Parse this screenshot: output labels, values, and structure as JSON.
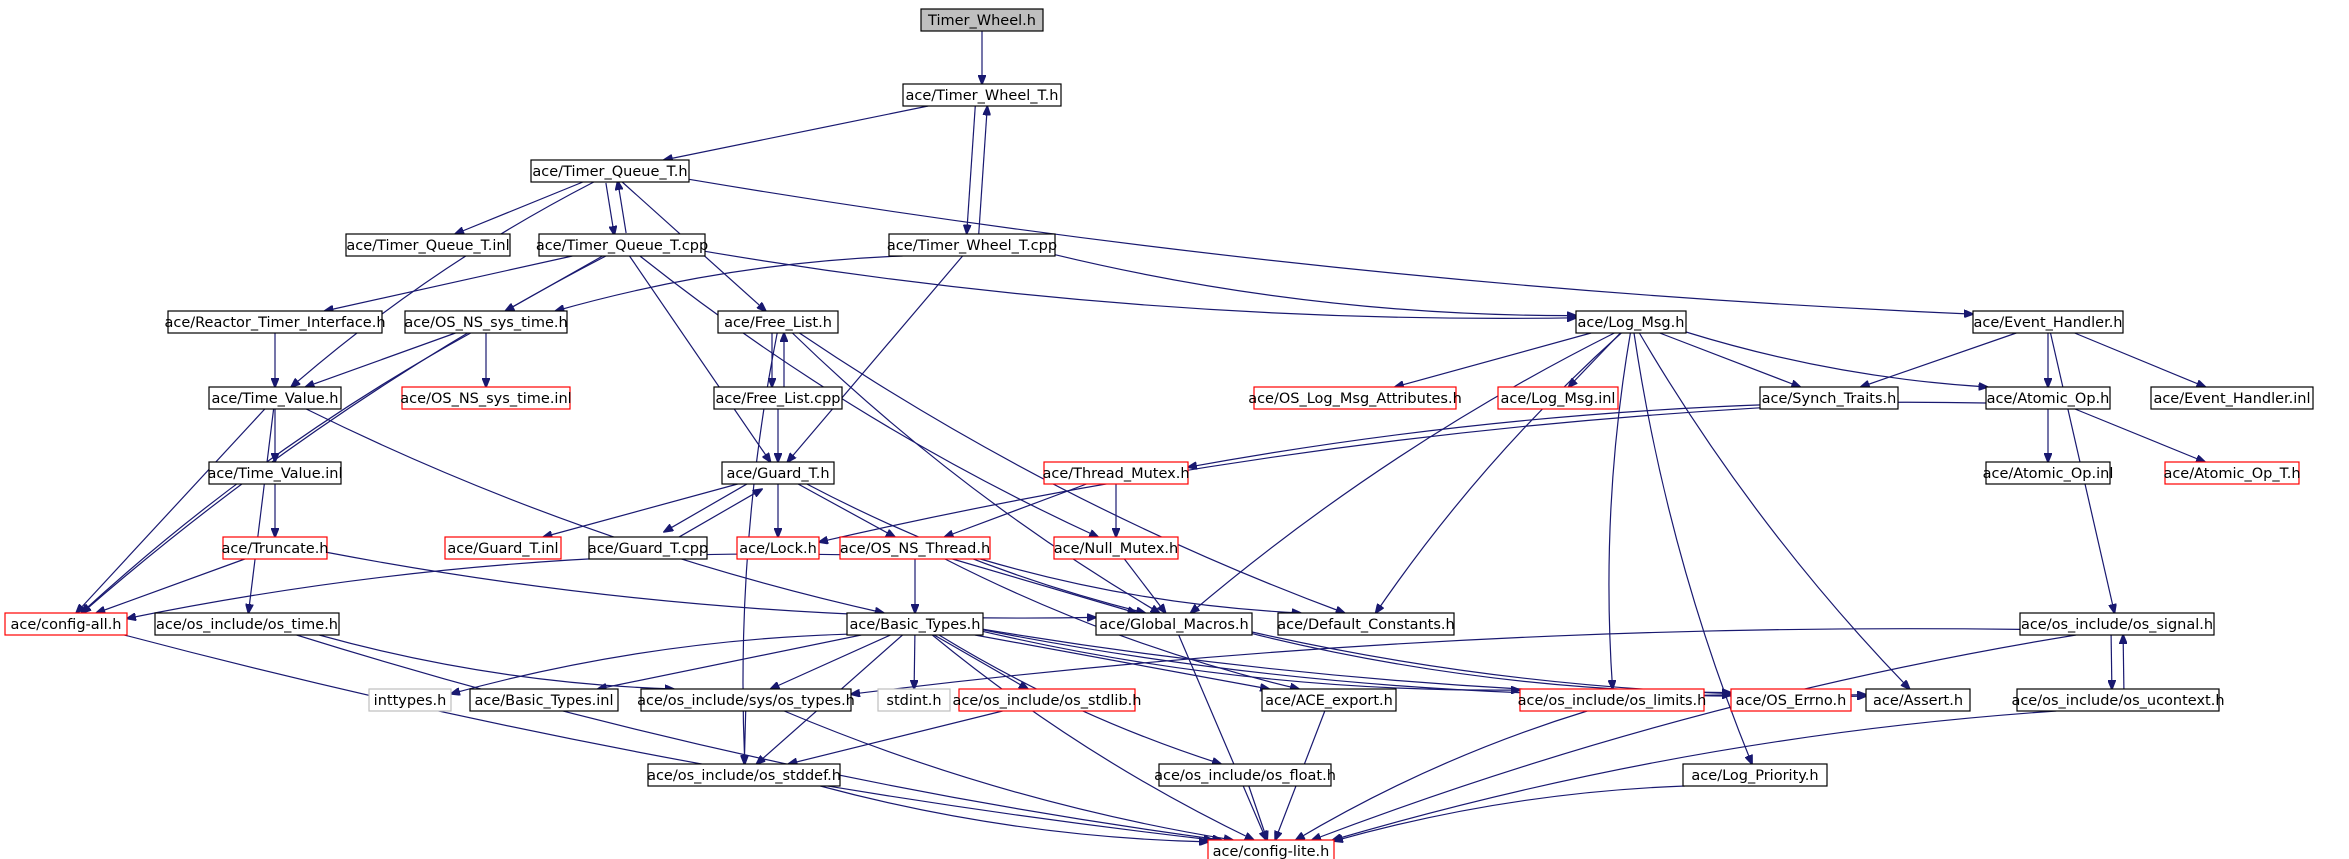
{
  "title": "Timer_Wheel.h",
  "colors": {
    "edge": "#191970",
    "border_default": "#000000",
    "border_missing": "#ff0000",
    "border_external": "#bfbfbf",
    "root_fill": "#bfbfbf",
    "node_fill": "#ffffff"
  },
  "nodes": [
    {
      "id": "timer_wheel_h",
      "label": "Timer_Wheel.h",
      "style": "root"
    },
    {
      "id": "timer_wheel_t_h",
      "label": "ace/Timer_Wheel_T.h",
      "style": "normal"
    },
    {
      "id": "timer_queue_t_h",
      "label": "ace/Timer_Queue_T.h",
      "style": "normal"
    },
    {
      "id": "timer_queue_t_inl",
      "label": "ace/Timer_Queue_T.inl",
      "style": "normal"
    },
    {
      "id": "timer_queue_t_cpp",
      "label": "ace/Timer_Queue_T.cpp",
      "style": "normal"
    },
    {
      "id": "timer_wheel_t_cpp",
      "label": "ace/Timer_Wheel_T.cpp",
      "style": "normal"
    },
    {
      "id": "reactor_timer_interface_h",
      "label": "ace/Reactor_Timer_Interface.h",
      "style": "normal"
    },
    {
      "id": "os_ns_sys_time_h",
      "label": "ace/OS_NS_sys_time.h",
      "style": "normal"
    },
    {
      "id": "free_list_h",
      "label": "ace/Free_List.h",
      "style": "normal"
    },
    {
      "id": "log_msg_h",
      "label": "ace/Log_Msg.h",
      "style": "normal"
    },
    {
      "id": "event_handler_h",
      "label": "ace/Event_Handler.h",
      "style": "normal"
    },
    {
      "id": "time_value_h",
      "label": "ace/Time_Value.h",
      "style": "normal"
    },
    {
      "id": "os_ns_sys_time_inl",
      "label": "ace/OS_NS_sys_time.inl",
      "style": "missing"
    },
    {
      "id": "free_list_cpp",
      "label": "ace/Free_List.cpp",
      "style": "normal"
    },
    {
      "id": "os_log_msg_attributes_h",
      "label": "ace/OS_Log_Msg_Attributes.h",
      "style": "missing"
    },
    {
      "id": "log_msg_inl",
      "label": "ace/Log_Msg.inl",
      "style": "missing"
    },
    {
      "id": "synch_traits_h",
      "label": "ace/Synch_Traits.h",
      "style": "normal"
    },
    {
      "id": "atomic_op_h",
      "label": "ace/Atomic_Op.h",
      "style": "normal"
    },
    {
      "id": "event_handler_inl",
      "label": "ace/Event_Handler.inl",
      "style": "normal"
    },
    {
      "id": "time_value_inl",
      "label": "ace/Time_Value.inl",
      "style": "normal"
    },
    {
      "id": "guard_t_h",
      "label": "ace/Guard_T.h",
      "style": "normal"
    },
    {
      "id": "thread_mutex_h",
      "label": "ace/Thread_Mutex.h",
      "style": "missing"
    },
    {
      "id": "atomic_op_inl",
      "label": "ace/Atomic_Op.inl",
      "style": "normal"
    },
    {
      "id": "atomic_op_t_h",
      "label": "ace/Atomic_Op_T.h",
      "style": "missing"
    },
    {
      "id": "truncate_h",
      "label": "ace/Truncate.h",
      "style": "missing"
    },
    {
      "id": "guard_t_inl",
      "label": "ace/Guard_T.inl",
      "style": "missing"
    },
    {
      "id": "guard_t_cpp",
      "label": "ace/Guard_T.cpp",
      "style": "normal"
    },
    {
      "id": "lock_h",
      "label": "ace/Lock.h",
      "style": "missing"
    },
    {
      "id": "os_ns_thread_h",
      "label": "ace/OS_NS_Thread.h",
      "style": "missing"
    },
    {
      "id": "null_mutex_h",
      "label": "ace/Null_Mutex.h",
      "style": "missing"
    },
    {
      "id": "config_all_h",
      "label": "ace/config-all.h",
      "style": "missing"
    },
    {
      "id": "os_time_h",
      "label": "ace/os_include/os_time.h",
      "style": "normal"
    },
    {
      "id": "basic_types_h",
      "label": "ace/Basic_Types.h",
      "style": "normal"
    },
    {
      "id": "global_macros_h",
      "label": "ace/Global_Macros.h",
      "style": "normal"
    },
    {
      "id": "default_constants_h",
      "label": "ace/Default_Constants.h",
      "style": "normal"
    },
    {
      "id": "os_signal_h",
      "label": "ace/os_include/os_signal.h",
      "style": "normal"
    },
    {
      "id": "inttypes_h",
      "label": "inttypes.h",
      "style": "external"
    },
    {
      "id": "basic_types_inl",
      "label": "ace/Basic_Types.inl",
      "style": "normal"
    },
    {
      "id": "os_types_h",
      "label": "ace/os_include/sys/os_types.h",
      "style": "normal"
    },
    {
      "id": "stdint_h",
      "label": "stdint.h",
      "style": "external"
    },
    {
      "id": "os_stdlib_h",
      "label": "ace/os_include/os_stdlib.h",
      "style": "missing"
    },
    {
      "id": "ace_export_h",
      "label": "ace/ACE_export.h",
      "style": "normal"
    },
    {
      "id": "os_limits_h",
      "label": "ace/os_include/os_limits.h",
      "style": "missing"
    },
    {
      "id": "os_errno_h",
      "label": "ace/OS_Errno.h",
      "style": "missing"
    },
    {
      "id": "assert_h",
      "label": "ace/Assert.h",
      "style": "normal"
    },
    {
      "id": "os_ucontext_h",
      "label": "ace/os_include/os_ucontext.h",
      "style": "normal"
    },
    {
      "id": "os_stddef_h",
      "label": "ace/os_include/os_stddef.h",
      "style": "normal"
    },
    {
      "id": "os_float_h",
      "label": "ace/os_include/os_float.h",
      "style": "normal"
    },
    {
      "id": "log_priority_h",
      "label": "ace/Log_Priority.h",
      "style": "normal"
    },
    {
      "id": "config_lite_h",
      "label": "ace/config-lite.h",
      "style": "missing"
    }
  ],
  "edges": [
    [
      "timer_wheel_h",
      "timer_wheel_t_h"
    ],
    [
      "timer_wheel_t_h",
      "timer_queue_t_h"
    ],
    [
      "timer_wheel_t_h",
      "timer_wheel_t_cpp"
    ],
    [
      "timer_wheel_t_cpp",
      "timer_wheel_t_h"
    ],
    [
      "timer_queue_t_h",
      "timer_queue_t_inl"
    ],
    [
      "timer_queue_t_h",
      "timer_queue_t_cpp"
    ],
    [
      "timer_queue_t_cpp",
      "timer_queue_t_h"
    ],
    [
      "timer_queue_t_h",
      "free_list_h"
    ],
    [
      "timer_queue_t_h",
      "time_value_h"
    ],
    [
      "timer_queue_t_h",
      "event_handler_h"
    ],
    [
      "timer_queue_t_cpp",
      "reactor_timer_interface_h"
    ],
    [
      "timer_queue_t_cpp",
      "os_ns_sys_time_h"
    ],
    [
      "timer_queue_t_cpp",
      "guard_t_h"
    ],
    [
      "timer_queue_t_cpp",
      "log_msg_h"
    ],
    [
      "timer_queue_t_cpp",
      "null_mutex_h"
    ],
    [
      "timer_queue_t_cpp",
      "config_all_h"
    ],
    [
      "timer_wheel_t_cpp",
      "os_ns_sys_time_h"
    ],
    [
      "timer_wheel_t_cpp",
      "guard_t_h"
    ],
    [
      "timer_wheel_t_cpp",
      "log_msg_h"
    ],
    [
      "reactor_timer_interface_h",
      "time_value_h"
    ],
    [
      "os_ns_sys_time_h",
      "time_value_h"
    ],
    [
      "os_ns_sys_time_h",
      "os_ns_sys_time_inl"
    ],
    [
      "os_ns_sys_time_h",
      "config_all_h"
    ],
    [
      "free_list_h",
      "free_list_cpp"
    ],
    [
      "free_list_cpp",
      "free_list_h"
    ],
    [
      "free_list_h",
      "global_macros_h"
    ],
    [
      "free_list_h",
      "default_constants_h"
    ],
    [
      "free_list_h",
      "os_stddef_h"
    ],
    [
      "free_list_cpp",
      "guard_t_h"
    ],
    [
      "log_msg_h",
      "os_log_msg_attributes_h"
    ],
    [
      "log_msg_h",
      "log_msg_inl"
    ],
    [
      "log_msg_h",
      "synch_traits_h"
    ],
    [
      "log_msg_h",
      "atomic_op_h"
    ],
    [
      "log_msg_h",
      "default_constants_h"
    ],
    [
      "log_msg_h",
      "global_macros_h"
    ],
    [
      "log_msg_h",
      "os_limits_h"
    ],
    [
      "log_msg_h",
      "assert_h"
    ],
    [
      "log_msg_h",
      "log_priority_h"
    ],
    [
      "event_handler_h",
      "synch_traits_h"
    ],
    [
      "event_handler_h",
      "atomic_op_h"
    ],
    [
      "event_handler_h",
      "event_handler_inl"
    ],
    [
      "event_handler_h",
      "os_signal_h"
    ],
    [
      "synch_traits_h",
      "lock_h"
    ],
    [
      "atomic_op_h",
      "thread_mutex_h"
    ],
    [
      "atomic_op_h",
      "atomic_op_inl"
    ],
    [
      "atomic_op_h",
      "atomic_op_t_h"
    ],
    [
      "time_value_h",
      "time_value_inl"
    ],
    [
      "time_value_h",
      "config_all_h"
    ],
    [
      "time_value_h",
      "os_time_h"
    ],
    [
      "time_value_h",
      "basic_types_h"
    ],
    [
      "time_value_inl",
      "truncate_h"
    ],
    [
      "truncate_h",
      "config_all_h"
    ],
    [
      "truncate_h",
      "global_macros_h"
    ],
    [
      "guard_t_h",
      "guard_t_inl"
    ],
    [
      "guard_t_h",
      "guard_t_cpp"
    ],
    [
      "guard_t_cpp",
      "guard_t_h"
    ],
    [
      "guard_t_h",
      "lock_h"
    ],
    [
      "guard_t_h",
      "os_ns_thread_h"
    ],
    [
      "guard_t_h",
      "global_macros_h"
    ],
    [
      "thread_mutex_h",
      "os_ns_thread_h"
    ],
    [
      "thread_mutex_h",
      "null_mutex_h"
    ],
    [
      "null_mutex_h",
      "global_macros_h"
    ],
    [
      "os_ns_thread_h",
      "config_all_h"
    ],
    [
      "os_ns_thread_h",
      "basic_types_h"
    ],
    [
      "os_ns_thread_h",
      "global_macros_h"
    ],
    [
      "os_ns_thread_h",
      "default_constants_h"
    ],
    [
      "os_ns_thread_h",
      "ace_export_h"
    ],
    [
      "config_all_h",
      "config_lite_h"
    ],
    [
      "os_time_h",
      "os_types_h"
    ],
    [
      "os_time_h",
      "config_lite_h"
    ],
    [
      "basic_types_h",
      "inttypes_h"
    ],
    [
      "basic_types_h",
      "basic_types_inl"
    ],
    [
      "basic_types_h",
      "os_types_h"
    ],
    [
      "basic_types_h",
      "stdint_h"
    ],
    [
      "basic_types_h",
      "os_stdlib_h"
    ],
    [
      "basic_types_h",
      "ace_export_h"
    ],
    [
      "basic_types_h",
      "os_limits_h"
    ],
    [
      "basic_types_h",
      "os_errno_h"
    ],
    [
      "basic_types_h",
      "assert_h"
    ],
    [
      "basic_types_h",
      "os_stddef_h"
    ],
    [
      "basic_types_h",
      "os_float_h"
    ],
    [
      "basic_types_h",
      "config_lite_h"
    ],
    [
      "global_macros_h",
      "os_errno_h"
    ],
    [
      "global_macros_h",
      "assert_h"
    ],
    [
      "global_macros_h",
      "config_lite_h"
    ],
    [
      "os_signal_h",
      "os_types_h"
    ],
    [
      "os_signal_h",
      "os_ucontext_h"
    ],
    [
      "os_ucontext_h",
      "os_signal_h"
    ],
    [
      "os_signal_h",
      "config_lite_h"
    ],
    [
      "os_ucontext_h",
      "config_lite_h"
    ],
    [
      "os_types_h",
      "os_stddef_h"
    ],
    [
      "os_types_h",
      "config_lite_h"
    ],
    [
      "os_stdlib_h",
      "os_stddef_h"
    ],
    [
      "os_stddef_h",
      "config_lite_h"
    ],
    [
      "os_float_h",
      "config_lite_h"
    ],
    [
      "ace_export_h",
      "config_lite_h"
    ],
    [
      "os_limits_h",
      "config_lite_h"
    ],
    [
      "log_priority_h",
      "config_lite_h"
    ]
  ]
}
